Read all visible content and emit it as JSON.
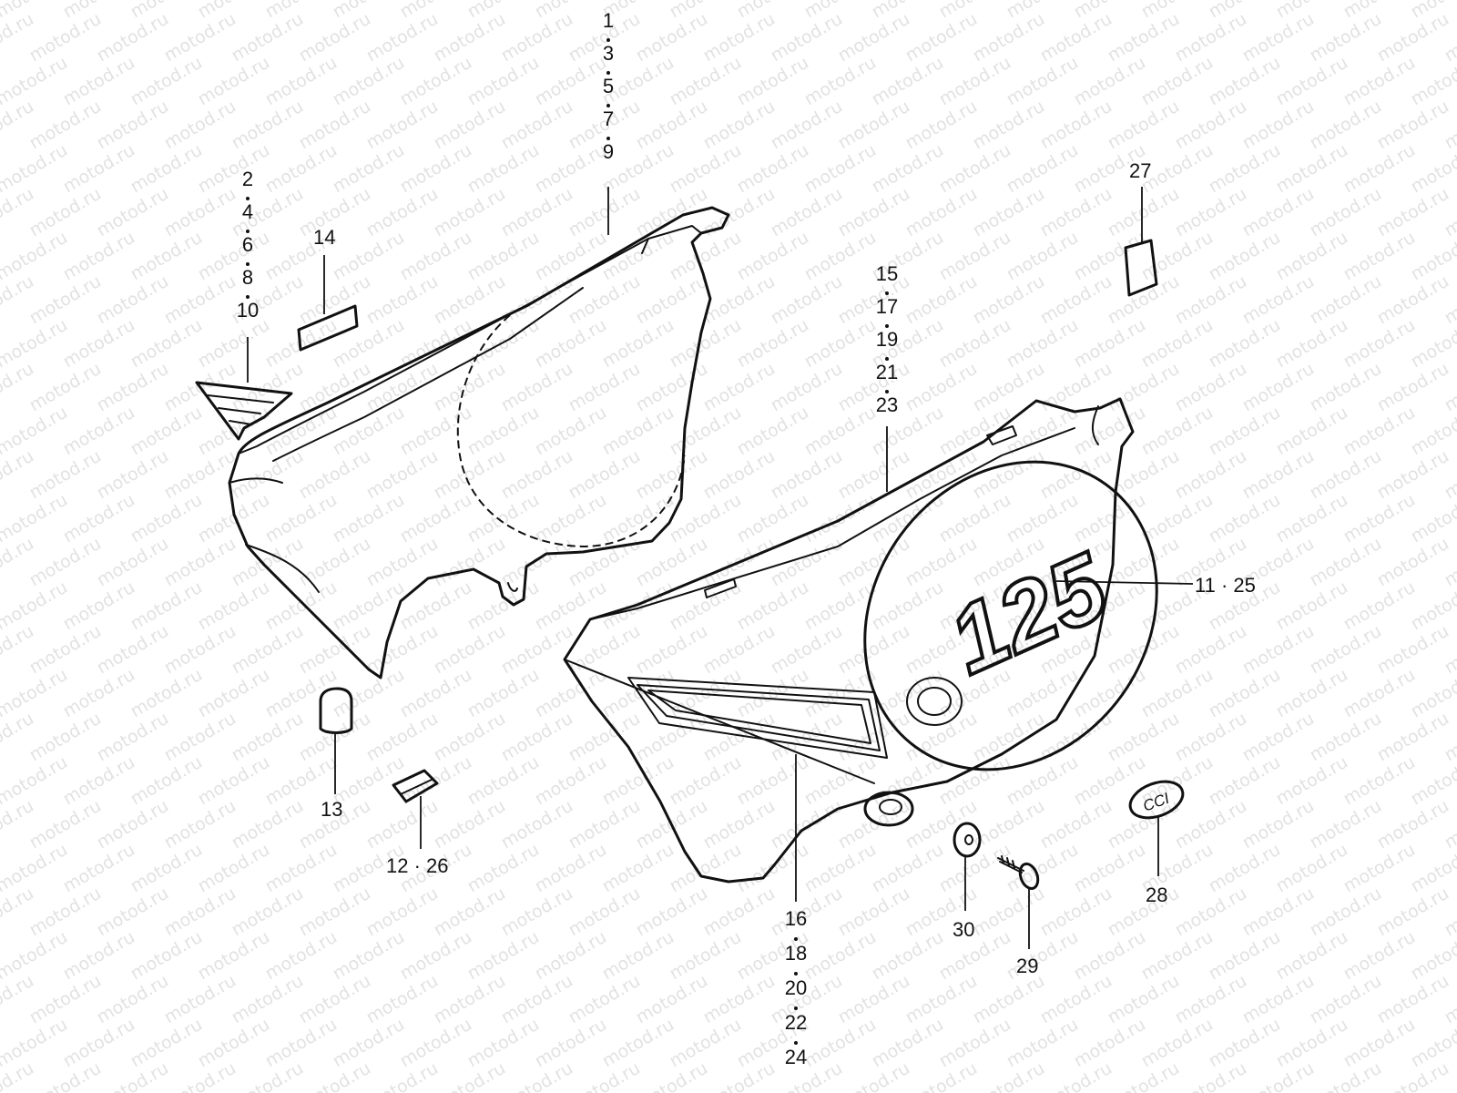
{
  "watermark": "motod.ru",
  "callouts": {
    "left_cover_top": [
      "1",
      "3",
      "5",
      "7",
      "9"
    ],
    "left_cover_side": [
      "2",
      "4",
      "6",
      "8",
      "10"
    ],
    "emblem_left": "14",
    "right_cover_top": [
      "15",
      "17",
      "19",
      "21",
      "23"
    ],
    "right_cover_bottom": [
      "16",
      "18",
      "20",
      "22",
      "24"
    ],
    "badge_125": "11 · 25",
    "decal_27": "27",
    "cushion_13": "13",
    "clip_12_26": "12 · 26",
    "washer_30": "30",
    "screw_29": "29",
    "badge_28": "28"
  },
  "badge_text": "125",
  "small_badge_text": "CCI"
}
